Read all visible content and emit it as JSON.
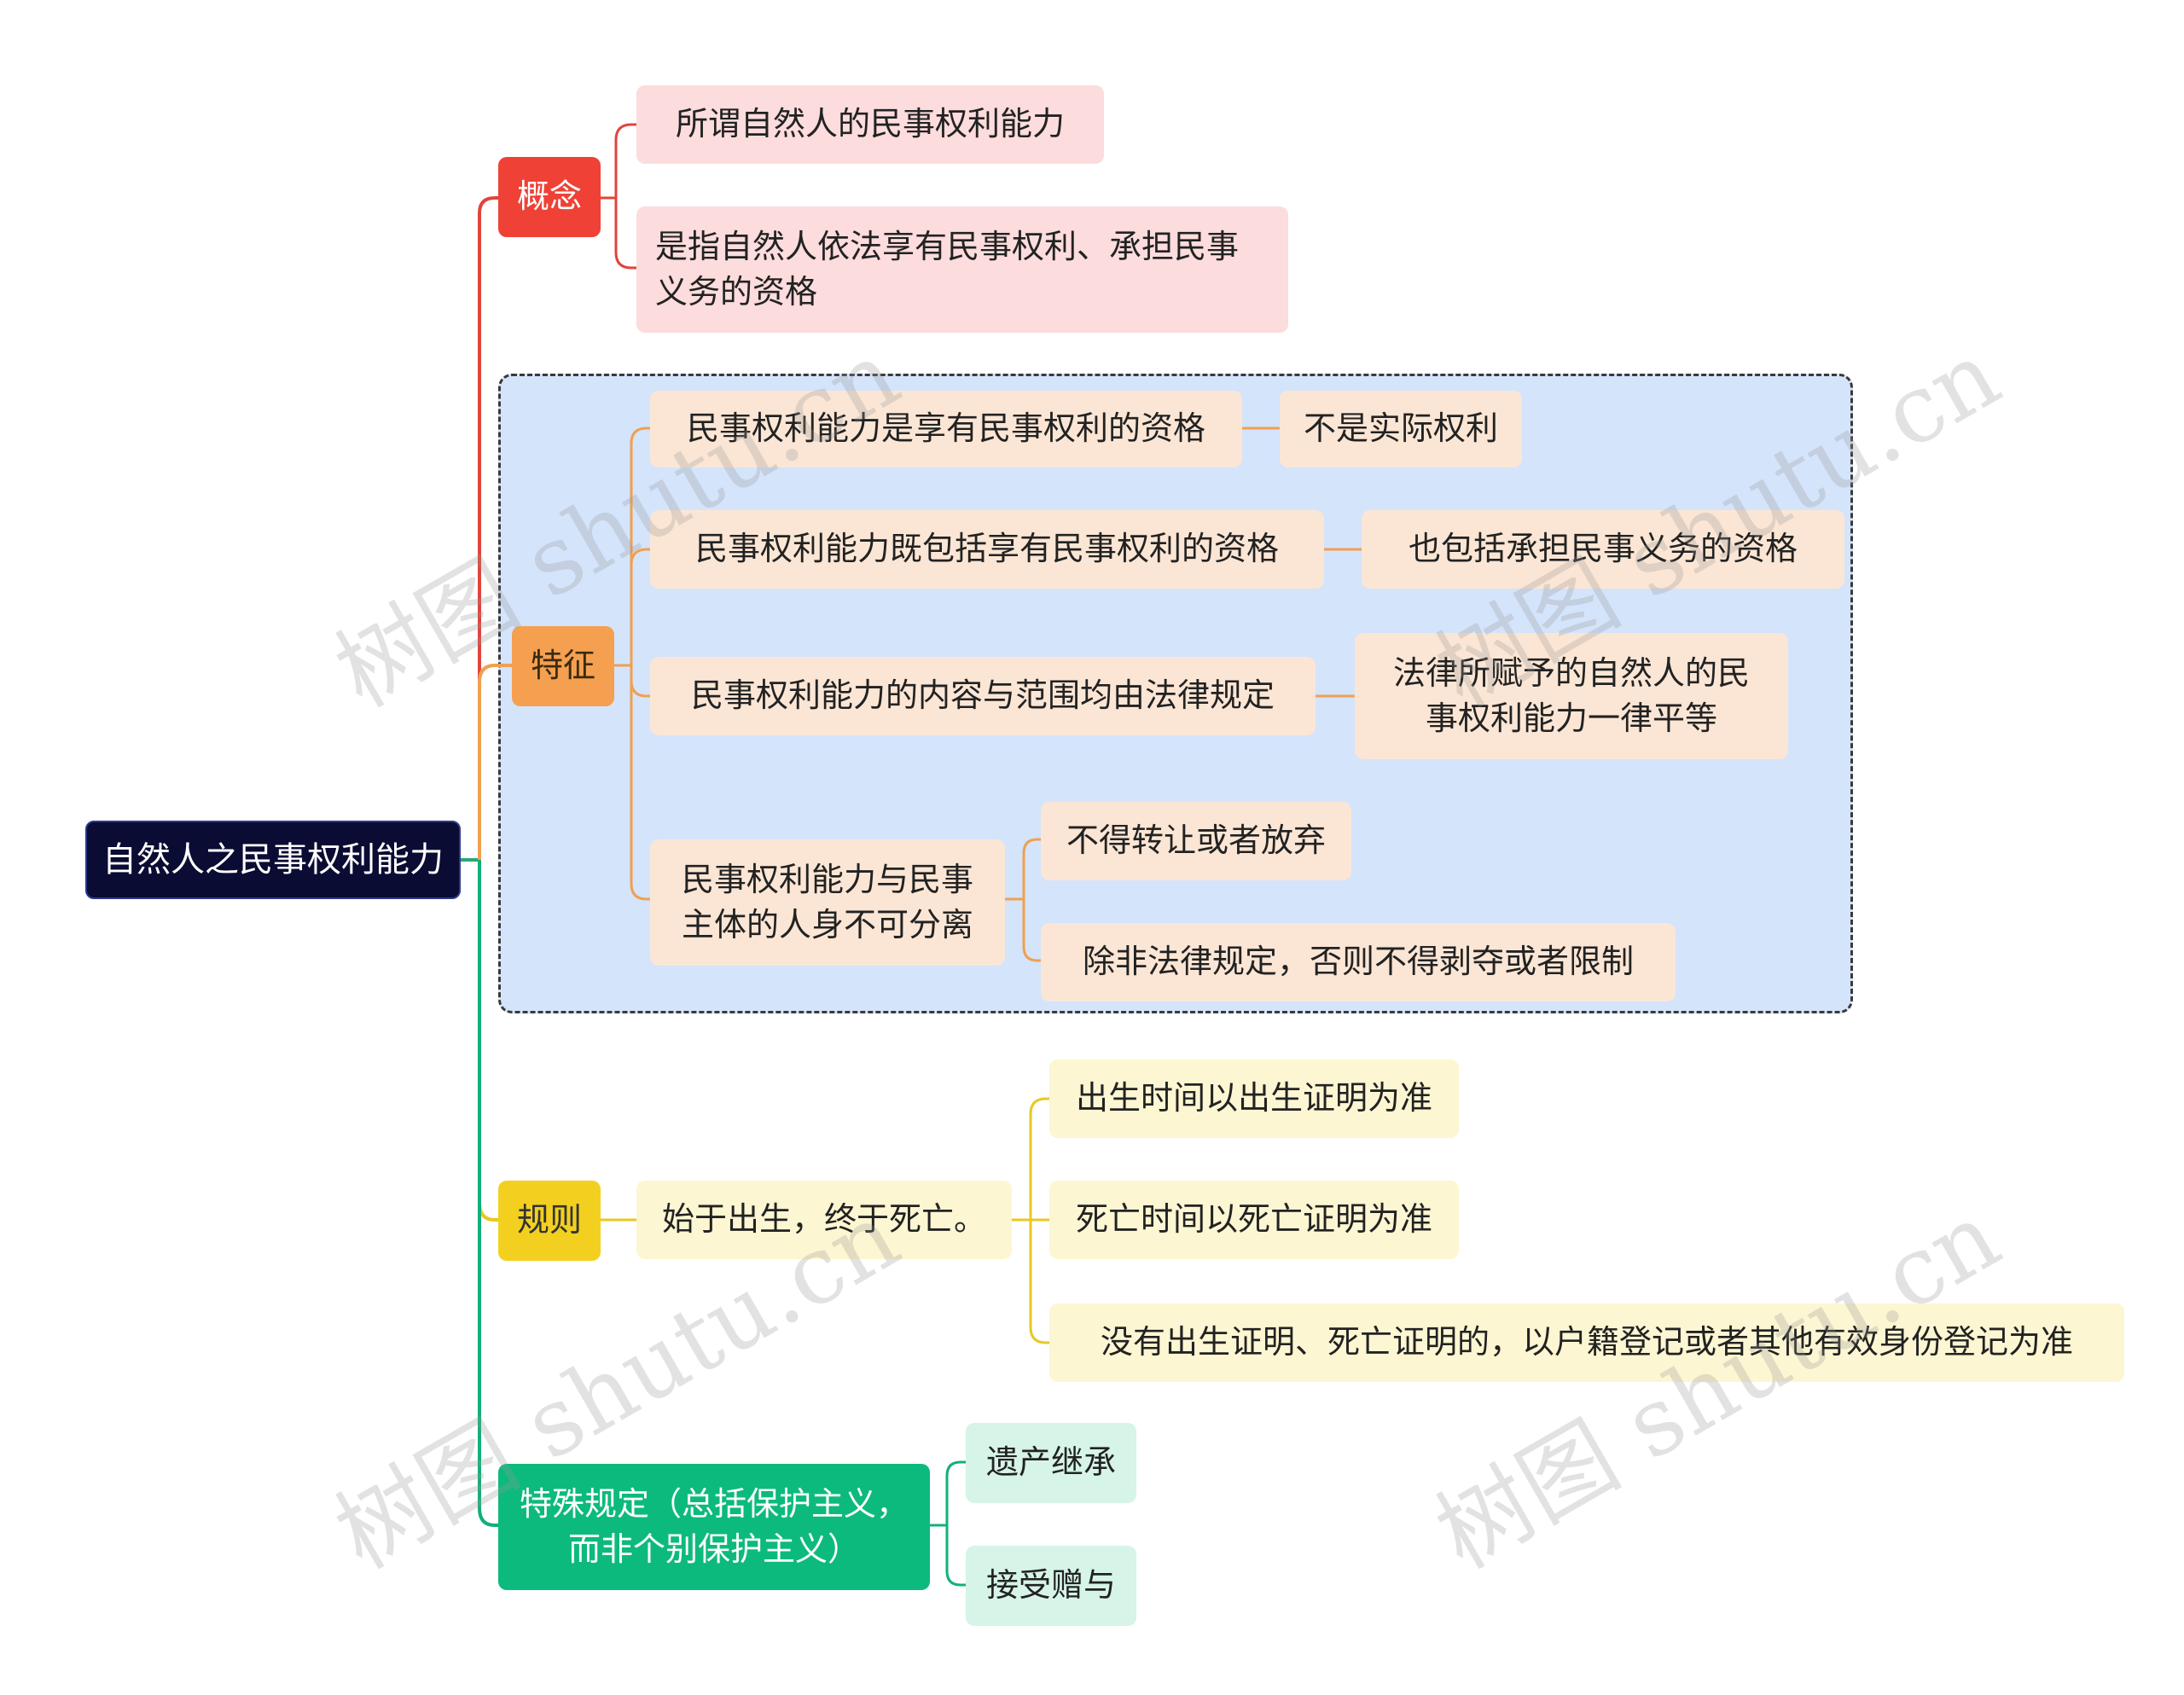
{
  "root": {
    "label": "自然人之民事权利能力"
  },
  "branches": [
    {
      "label": "概念",
      "color": "#ef4136",
      "children": [
        {
          "label": "所谓自然人的民事权利能力"
        },
        {
          "label": "是指自然人依法享有民事权利、承担民事义务的资格"
        }
      ]
    },
    {
      "label": "特征",
      "color": "#f5a050",
      "children": [
        {
          "label": "民事权利能力是享有民事权利的资格",
          "children": [
            {
              "label": "不是实际权利"
            }
          ]
        },
        {
          "label": "民事权利能力既包括享有民事权利的资格",
          "children": [
            {
              "label": "也包括承担民事义务的资格"
            }
          ]
        },
        {
          "label": "民事权利能力的内容与范围均由法律规定",
          "children": [
            {
              "label": "法律所赋予的自然人的民事权利能力一律平等"
            }
          ]
        },
        {
          "label": "民事权利能力与民事主体的人身不可分离",
          "children": [
            {
              "label": "不得转让或者放弃"
            },
            {
              "label": "除非法律规定，否则不得剥夺或者限制"
            }
          ]
        }
      ]
    },
    {
      "label": "规则",
      "color": "#f3d020",
      "children": [
        {
          "label": "始于出生，终于死亡。",
          "children": [
            {
              "label": "出生时间以出生证明为准"
            },
            {
              "label": "死亡时间以死亡证明为准"
            },
            {
              "label": "没有出生证明、死亡证明的，以户籍登记或者其他有效身份登记为准"
            }
          ]
        }
      ]
    },
    {
      "label": "特殊规定（总括保护主义，而非个别保护主义）",
      "color": "#0dba7d",
      "children": [
        {
          "label": "遗产继承"
        },
        {
          "label": "接受赠与"
        }
      ]
    }
  ],
  "watermark": "树图 shutu.cn"
}
